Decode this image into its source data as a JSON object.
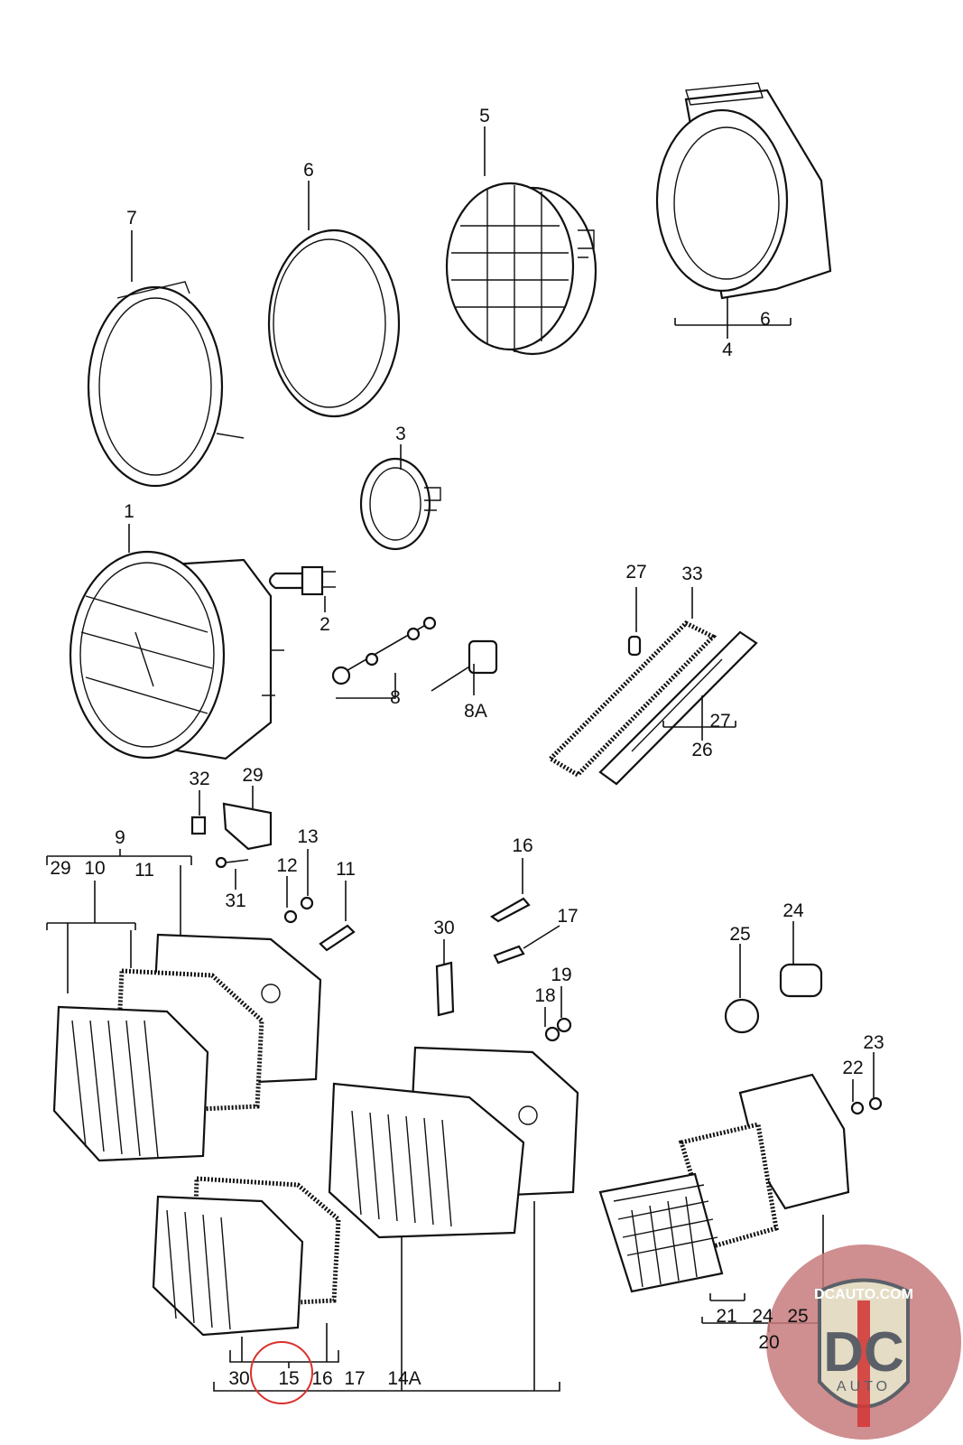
{
  "diagram": {
    "labels": [
      "7",
      "6",
      "5",
      "6",
      "4",
      "3",
      "1",
      "2",
      "8",
      "8A",
      "27",
      "33",
      "27",
      "26",
      "32",
      "29",
      "9",
      "29",
      "10",
      "11",
      "13",
      "12",
      "31",
      "11",
      "16",
      "17",
      "30",
      "19",
      "18",
      "24",
      "25",
      "22",
      "23",
      "21",
      "24",
      "25",
      "20",
      "30",
      "15",
      "16",
      "17",
      "14A"
    ],
    "highlighted_label": "15",
    "highlight_color": "#d9302c"
  },
  "watermark": {
    "site": "DCAUTO.COM",
    "mark": "DC",
    "word": "AUTO",
    "colors": {
      "badge": "#c77a7d",
      "shield": "#e4dcc4",
      "letters": "#5b6068",
      "stripe": "#d23a3a"
    }
  }
}
